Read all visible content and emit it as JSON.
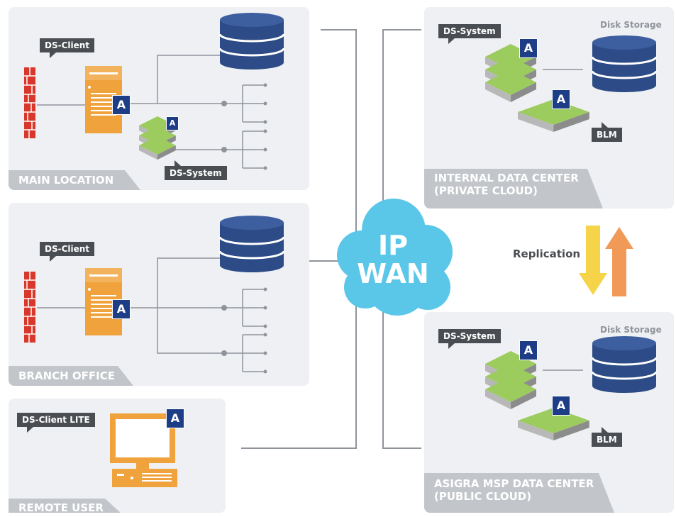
{
  "panels": {
    "main": {
      "title": "MAIN LOCATION",
      "client": "DS-Client",
      "system": "DS-System",
      "badge": "A"
    },
    "branch": {
      "title": "BRANCH OFFICE",
      "client": "DS-Client",
      "badge": "A"
    },
    "remote": {
      "title": "REMOTE USER",
      "client": "DS-Client LITE",
      "badge": "A"
    },
    "internal": {
      "title_line1": "INTERNAL DATA CENTER",
      "title_line2": "(PRIVATE CLOUD)",
      "system": "DS-System",
      "storage": "Disk Storage",
      "blm": "BLM",
      "badge": "A"
    },
    "msp": {
      "title_line1": "ASIGRA MSP DATA CENTER",
      "title_line2": "(PUBLIC CLOUD)",
      "system": "DS-System",
      "storage": "Disk Storage",
      "blm": "BLM",
      "badge": "A"
    }
  },
  "cloud": {
    "line1": "IP",
    "line2": "WAN"
  },
  "replication": "Replication",
  "colors": {
    "panel": "#eef0f3",
    "tab": "#c2c5ca",
    "callout": "#4a4d52",
    "badge": "#1d3e87",
    "db": "#2d4b86",
    "server": "#f0a33c",
    "stack": "#9ccb5e",
    "cloud": "#5bc7e8",
    "arrow_down": "#f5d44a",
    "arrow_up": "#f19a57"
  }
}
